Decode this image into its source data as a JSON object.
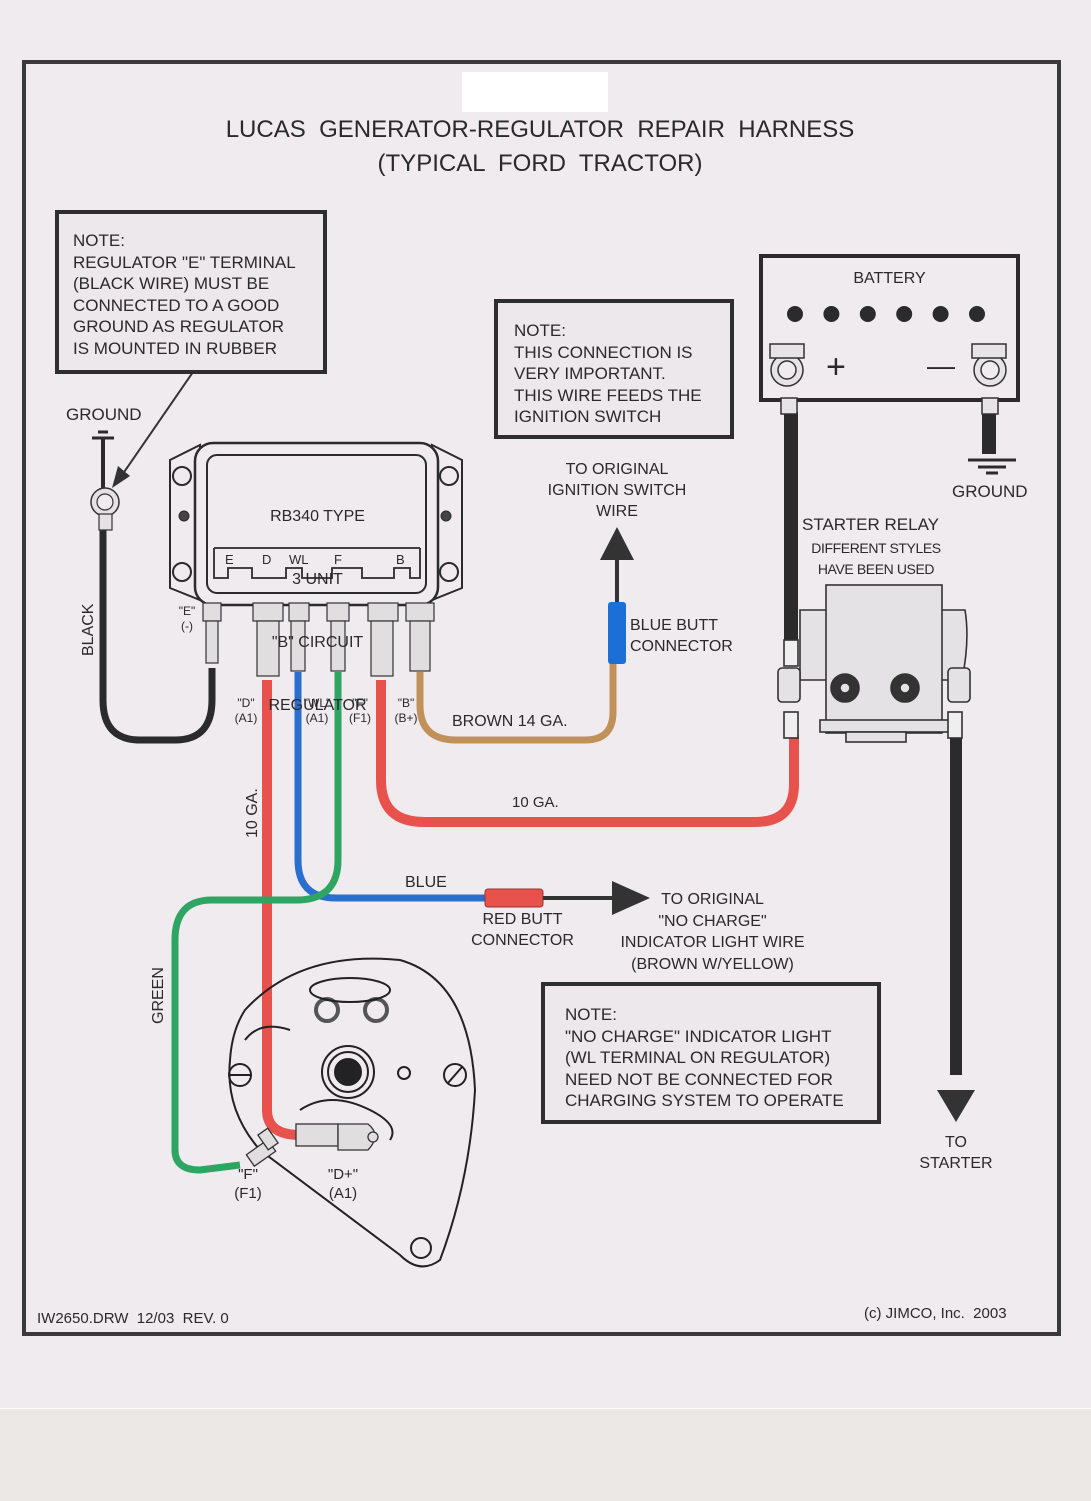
{
  "title": {
    "line1": "LUCAS  GENERATOR-REGULATOR  REPAIR  HARNESS",
    "line2": "(TYPICAL  FORD  TRACTOR)"
  },
  "notes": {
    "regulator_ground": "NOTE:\nREGULATOR \"E\" TERMINAL\n(BLACK WIRE) MUST BE\nCONNECTED TO A GOOD\nGROUND AS REGULATOR\nIS MOUNTED IN RUBBER",
    "ignition": "NOTE:\nTHIS CONNECTION IS\nVERY IMPORTANT.\nTHIS WIRE FEEDS THE\nIGNITION SWITCH",
    "no_charge": "NOTE:\n\"NO CHARGE\" INDICATOR LIGHT\n(WL TERMINAL ON REGULATOR)\nNEED NOT BE CONNECTED FOR\nCHARGING SYSTEM TO OPERATE"
  },
  "regulator": {
    "label_lines": [
      "RB340 TYPE",
      "3 UNIT",
      "\"B\" CIRCUIT",
      "REGULATOR"
    ],
    "terminal_letters": [
      "E",
      "D",
      "WL",
      "F",
      "B"
    ],
    "terminals": [
      {
        "name": "\"E\"",
        "alt": "(-)"
      },
      {
        "name": "\"D\"",
        "alt": "(A1)"
      },
      {
        "name": "\"WL\"",
        "alt": "(A1)"
      },
      {
        "name": "\"F\"",
        "alt": "(F1)"
      },
      {
        "name": "\"B\"",
        "alt": "(B+)"
      }
    ]
  },
  "battery": {
    "label": "BATTERY",
    "cells": 6,
    "plus": "+",
    "minus": "—"
  },
  "labels": {
    "ground_left": "GROUND",
    "ground_right": "GROUND",
    "black": "BLACK",
    "green": "GREEN",
    "ten_ga_vertical": "10 GA.",
    "ten_ga_horizontal": "10 GA.",
    "brown_14": "BROWN 14 GA.",
    "blue": "BLUE",
    "red_butt": "RED BUTT\nCONNECTOR",
    "blue_butt": "BLUE BUTT\nCONNECTOR",
    "to_ignition": "TO ORIGINAL\nIGNITION SWITCH\nWIRE",
    "to_no_charge": "TO ORIGINAL\n\"NO CHARGE\"\nINDICATOR LIGHT WIRE\n(BROWN W/YELLOW)",
    "starter_relay": "STARTER RELAY",
    "relay_sub": "DIFFERENT STYLES\nHAVE BEEN USED",
    "to_starter": "TO\nSTARTER",
    "gen_f": "\"F\"\n(F1)",
    "gen_d": "\"D+\"\n(A1)"
  },
  "footer": {
    "drawing_id": "IW2650.DRW  12/03  REV. 0",
    "copyright": "(c) JIMCO, Inc.  2003"
  },
  "colors": {
    "paper": "#efebef",
    "wire_red": "#e8524c",
    "wire_blue": "#2a6fce",
    "wire_green": "#2ea562",
    "wire_brown": "#c0925a",
    "wire_black": "#2b2b2b",
    "butt_red": "#e8524c",
    "butt_blue": "#1b6fd6"
  }
}
